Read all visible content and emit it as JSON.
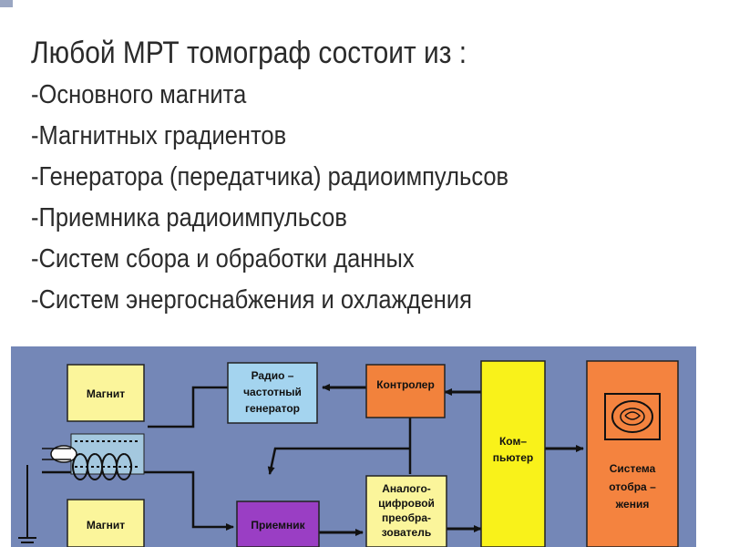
{
  "heading": "Любой МРТ томограф состоит из :",
  "components": [
    "-Основного магнита",
    "-Магнитных градиентов",
    "-Генератора (передатчика) радиоимпульсов",
    "-Приемника радиоимпульсов",
    "-Систем сбора и обработки данных",
    "-Систем энергоснабжения и охлаждения"
  ],
  "diagram": {
    "blocks": {
      "magnet_top": [
        "Магнит"
      ],
      "rf_generator": [
        "Радио –",
        "частотный",
        "генератор"
      ],
      "controller": [
        "Контролер"
      ],
      "computer": [
        "Ком–",
        "пьютер"
      ],
      "display_system": [
        "Система",
        "отобра –",
        "жения"
      ],
      "magnet_bottom": [
        "Магнит"
      ],
      "receiver": [
        "Приемник"
      ],
      "adc": [
        "Аналого-",
        "цифровой",
        "преобра-",
        "зователь"
      ]
    },
    "colors": {
      "background": "#7487b7",
      "magnet": "#fbf59b",
      "rf_generator": "#a4d4ef",
      "controller": "#f2823c",
      "computer": "#f9f21a",
      "display_system": "#f4833f",
      "receiver": "#9a3ec4",
      "adc": "#fbf59b",
      "arrows": "#111111"
    }
  }
}
